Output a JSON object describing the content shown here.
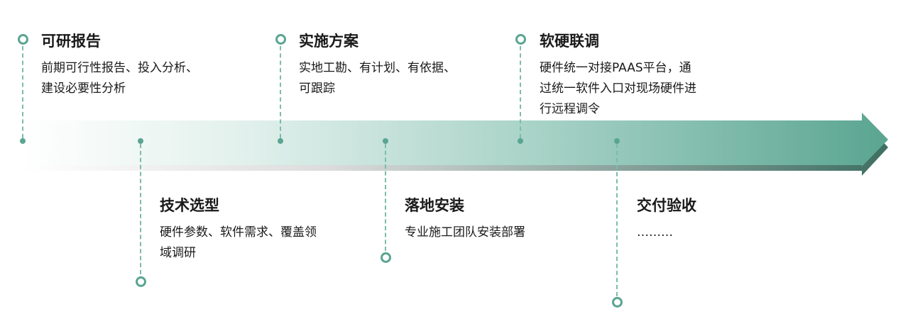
{
  "colors": {
    "accent": "#5aa591",
    "arrow_start": "#ffffff",
    "arrow_end": "#5aa591",
    "arrow_shadow": "#3f6f62",
    "text": "#1a1a1a"
  },
  "steps": [
    {
      "title": "可研报告",
      "desc": [
        "前期可行性报告、投入分析、",
        "建设必要性分析"
      ]
    },
    {
      "title": "技术选型",
      "desc": [
        "硬件参数、软件需求、覆盖领",
        "域调研"
      ]
    },
    {
      "title": "实施方案",
      "desc": [
        "实地工勘、有计划、有依据、",
        "可跟踪"
      ]
    },
    {
      "title": "落地安装",
      "desc": [
        "专业施工团队安装部署"
      ]
    },
    {
      "title": "软硬联调",
      "desc": [
        "硬件统一对接PAAS平台，通",
        "过统一软件入口对现场硬件进",
        "行远程调令"
      ]
    },
    {
      "title": "交付验收",
      "desc": [
        "………"
      ]
    }
  ]
}
